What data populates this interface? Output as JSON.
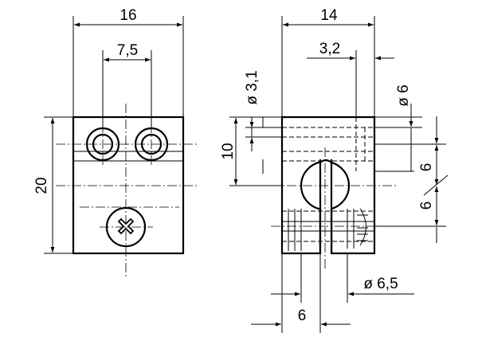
{
  "dimensions": {
    "front_width": "16",
    "front_hole_spacing": "7,5",
    "front_height": "20",
    "side_width": "14",
    "side_offset": "3,2",
    "hole_diameter_small": "ø 3,1",
    "hole_spacing_vertical": "10",
    "hole_diameter_side": "ø 6",
    "side_vertical_1": "6",
    "side_vertical_2": "6",
    "bore_diameter": "ø 6,5",
    "bottom_width": "6"
  },
  "icons": {
    "screw": "phillips-screw-icon",
    "thread": "thread-symbol-icon"
  }
}
